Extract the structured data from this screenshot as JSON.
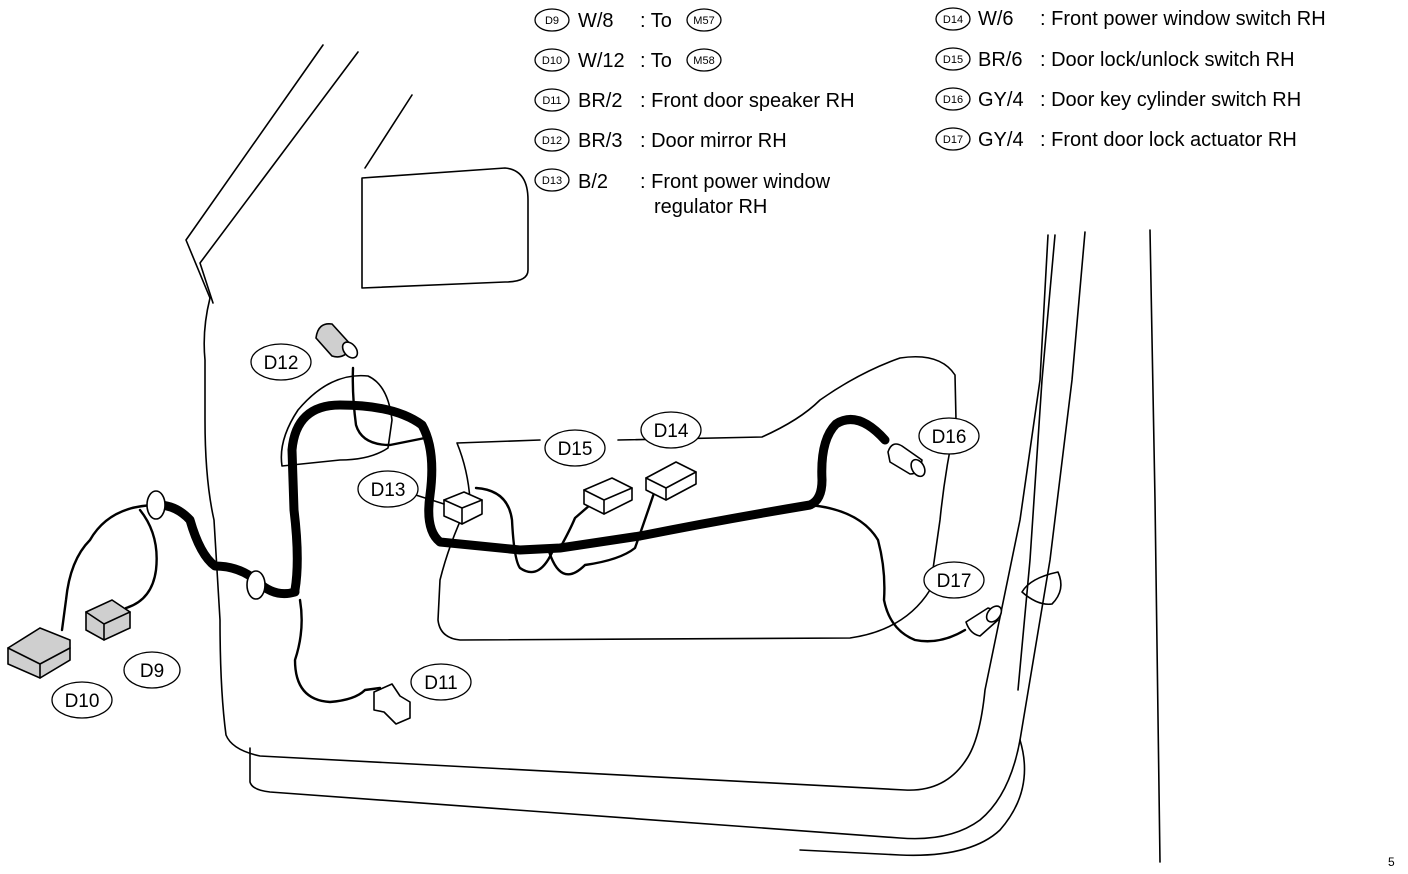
{
  "legend": {
    "left": [
      {
        "id": "D9",
        "wire": "W/8",
        "desc": ": To",
        "to": "M57"
      },
      {
        "id": "D10",
        "wire": "W/12",
        "desc": ": To",
        "to": "M58"
      },
      {
        "id": "D11",
        "wire": "BR/2",
        "desc": ": Front door speaker RH"
      },
      {
        "id": "D12",
        "wire": "BR/3",
        "desc": ": Door mirror RH"
      },
      {
        "id": "D13",
        "wire": "B/2",
        "desc": ": Front power window",
        "desc2": "regulator RH"
      }
    ],
    "right": [
      {
        "id": "D14",
        "wire": "W/6",
        "desc": ": Front power window switch RH"
      },
      {
        "id": "D15",
        "wire": "BR/6",
        "desc": ": Door lock/unlock switch RH"
      },
      {
        "id": "D16",
        "wire": "GY/4",
        "desc": ": Door key cylinder switch RH"
      },
      {
        "id": "D17",
        "wire": "GY/4",
        "desc": ": Front door lock actuator RH"
      }
    ]
  },
  "labels": {
    "d9": "D9",
    "d10": "D10",
    "d11": "D11",
    "d12": "D12",
    "d13": "D13",
    "d14": "D14",
    "d15": "D15",
    "d16": "D16",
    "d17": "D17"
  },
  "corner_mark": "5"
}
